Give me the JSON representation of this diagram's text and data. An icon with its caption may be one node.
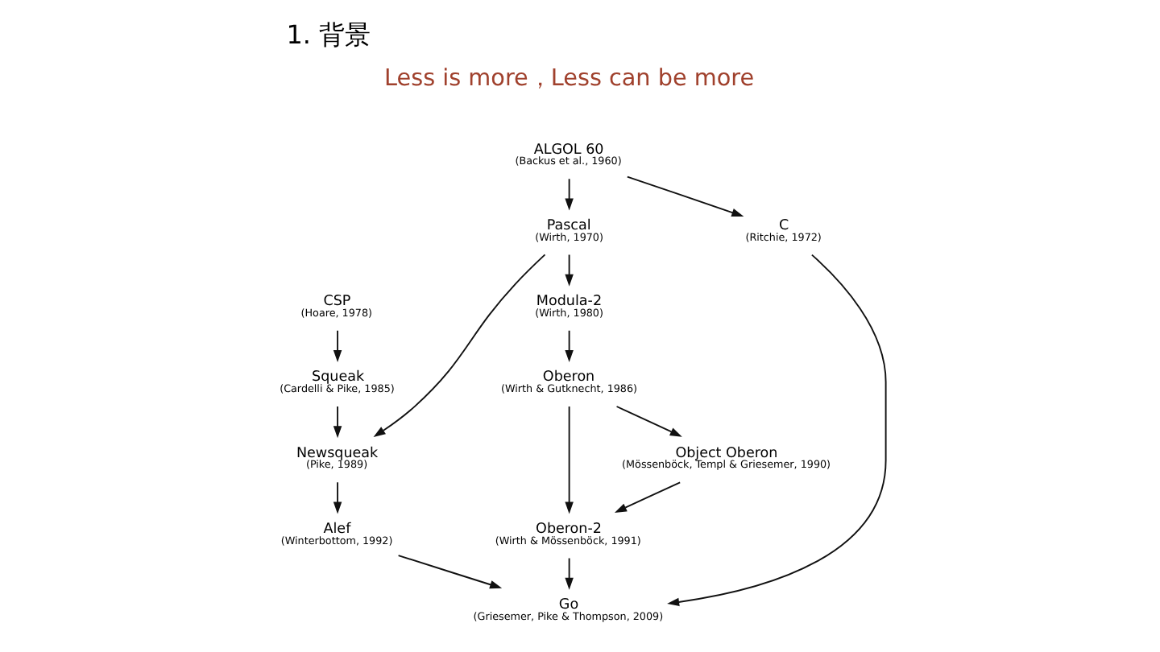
{
  "diagram": {
    "title": "1. 背景",
    "nodes": [
      {
        "text": [
          "ALGOL 60",
          "(Backus et al., 1960)"
        ]
      },
      {
        "text": [
          "Pascal",
          "(Wirth, 1970)"
        ]
      },
      {
        "text": [
          "C",
          "(Ritchie, 1972)"
        ]
      },
      {
        "text": [
          "CSP",
          "(Hoare, 1978)"
        ]
      },
      {
        "text": [
          "Modula-2",
          "(Wirth, 1980)"
        ]
      },
      {
        "text": [
          "Squeak",
          "(Cardelli & Pike, 1985)"
        ]
      },
      {
        "text": [
          "Oberon",
          "(Wirth & Gutknecht, 1986)"
        ]
      },
      {
        "text": [
          "Newsqueak",
          "(Pike, 1989)"
        ]
      },
      {
        "text": [
          "Object Oberon",
          "(Mössenböck, Templ & Griesemer, 1990)"
        ]
      },
      {
        "text": [
          "Alef",
          "(Winterbottom, 1992)"
        ]
      },
      {
        "text": [
          "Oberon-2",
          "(Wirth & Mössenböck, 1991)"
        ]
      },
      {
        "text": [
          "Go",
          "(Griesemer, Pike & Thompson, 2009)"
        ]
      }
    ],
    "edges": [
      {
        "from": 0,
        "to": 1,
        "arrow": "to"
      },
      {
        "from": 0,
        "to": 2,
        "arrow": "to"
      },
      {
        "from": 1,
        "to": 4,
        "arrow": "to"
      },
      {
        "from": 1,
        "to": 7,
        "arrow": "to"
      },
      {
        "from": 3,
        "to": 5,
        "arrow": "to"
      },
      {
        "from": 5,
        "to": 7,
        "arrow": "to"
      },
      {
        "from": 4,
        "to": 6,
        "arrow": "to"
      },
      {
        "from": 6,
        "to": 8,
        "arrow": "to"
      },
      {
        "from": 6,
        "to": 10,
        "arrow": "to"
      },
      {
        "from": 8,
        "to": 10,
        "arrow": "to"
      },
      {
        "from": 7,
        "to": 9,
        "arrow": "to"
      },
      {
        "from": 9,
        "to": 11,
        "arrow": "to"
      },
      {
        "from": 10,
        "to": 11,
        "arrow": "to"
      },
      {
        "from": 2,
        "to": 11,
        "arrow": "to"
      }
    ],
    "labels": [
      "Less is more，Less can be more"
    ]
  }
}
